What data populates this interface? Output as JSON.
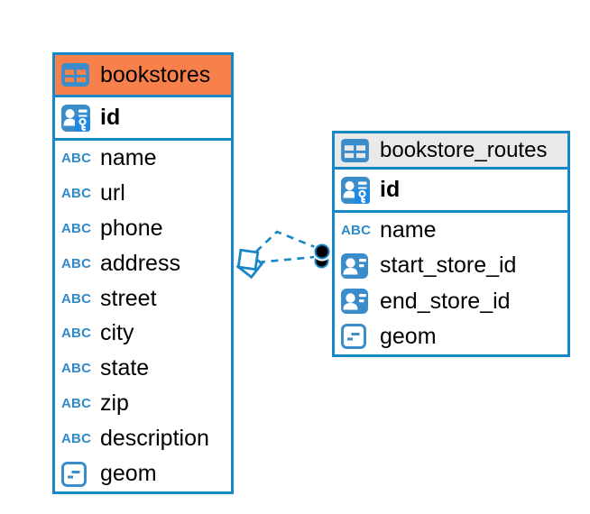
{
  "colors": {
    "accent_blue": "#1787C8",
    "icon_blue": "#3B8CCB",
    "key_badge_blue": "#1E88E5",
    "bookstores_header": "#F8814B",
    "routes_header": "#E9E9E9",
    "connector_dot": "#000000",
    "text": "#000000",
    "background": "#FFFFFF"
  },
  "type_abbrev": "ABC",
  "tables": [
    {
      "name": "bookstores",
      "header_style": "orange",
      "columns": [
        {
          "label": "id",
          "icon": "primary-key-icon",
          "key": true
        },
        {
          "label": "name",
          "icon": "text-type-icon"
        },
        {
          "label": "url",
          "icon": "text-type-icon"
        },
        {
          "label": "phone",
          "icon": "text-type-icon"
        },
        {
          "label": "address",
          "icon": "text-type-icon"
        },
        {
          "label": "street",
          "icon": "text-type-icon"
        },
        {
          "label": "city",
          "icon": "text-type-icon"
        },
        {
          "label": "state",
          "icon": "text-type-icon"
        },
        {
          "label": "zip",
          "icon": "text-type-icon"
        },
        {
          "label": "description",
          "icon": "text-type-icon"
        },
        {
          "label": "geom",
          "icon": "geometry-type-icon"
        }
      ]
    },
    {
      "name": "bookstore_routes",
      "header_style": "gray",
      "columns": [
        {
          "label": "id",
          "icon": "primary-key-icon",
          "key": true
        },
        {
          "label": "name",
          "icon": "text-type-icon"
        },
        {
          "label": "start_store_id",
          "icon": "foreign-key-icon"
        },
        {
          "label": "end_store_id",
          "icon": "foreign-key-icon"
        },
        {
          "label": "geom",
          "icon": "geometry-type-icon"
        }
      ]
    }
  ],
  "relationship": {
    "between": [
      "bookstores",
      "bookstore_routes"
    ],
    "line_style": "dashed",
    "line_count": 2,
    "marker_at_bookstores": "diamond",
    "marker_at_bookstore_routes": "two-filled-dots"
  }
}
